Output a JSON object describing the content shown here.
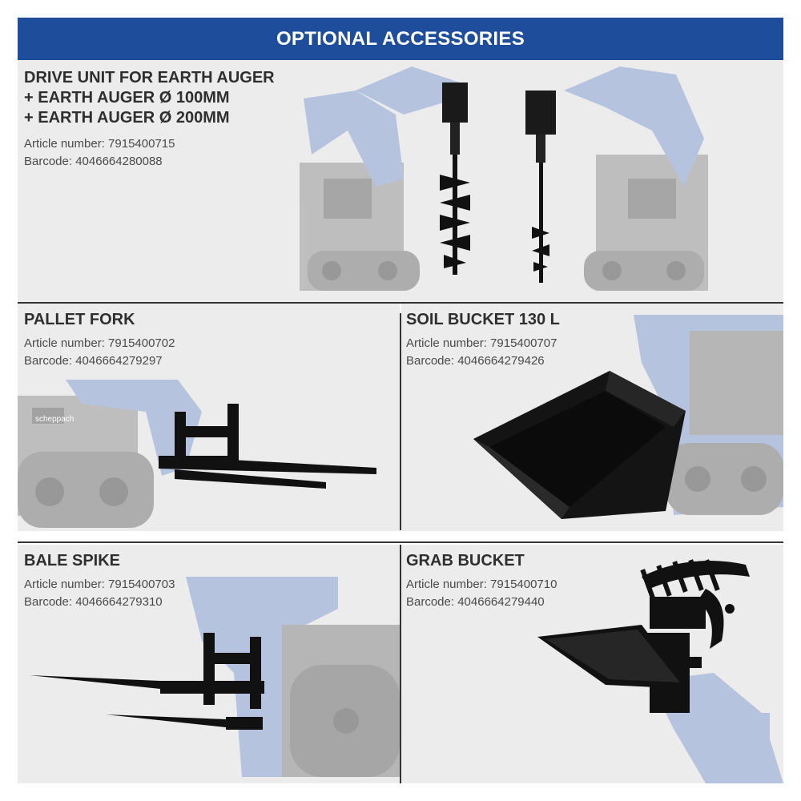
{
  "header": {
    "title": "OPTIONAL ACCESSORIES"
  },
  "colors": {
    "header_bg": "#1e4d9c",
    "panel_bg": "#ececec",
    "machine_blue": "#8aa3d6",
    "attachment_black": "#111111"
  },
  "items": [
    {
      "title_lines": [
        "DRIVE UNIT FOR EARTH AUGER",
        "+ EARTH AUGER Ø 100MM",
        "+ EARTH AUGER Ø 200MM"
      ],
      "article": "Article number: 7915400715",
      "barcode": "Barcode: 4046664280088"
    },
    {
      "title": "PALLET FORK",
      "article": "Article number: 7915400702",
      "barcode": "Barcode: 4046664279297"
    },
    {
      "title": "SOIL BUCKET 130 L",
      "article": "Article number: 7915400707",
      "barcode": "Barcode: 4046664279426"
    },
    {
      "title": "BALE SPIKE",
      "article": "Article number: 7915400703",
      "barcode": "Barcode: 4046664279310"
    },
    {
      "title": "GRAB BUCKET",
      "article": "Article number: 7915400710",
      "barcode": "Barcode: 4046664279440"
    }
  ],
  "brand_label": "scheppach"
}
